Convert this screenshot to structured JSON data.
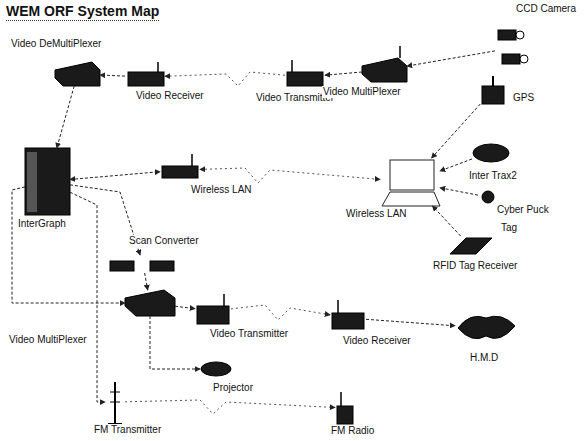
{
  "diagram": {
    "title": "WEM ORF System Map",
    "nodes": [
      {
        "text": [
          "Video DeMultiPlexer"
        ]
      },
      {
        "text": [
          "Video Receiver"
        ]
      },
      {
        "text": [
          "Video Transmitter"
        ]
      },
      {
        "text": [
          "Video MultiPlexer"
        ]
      },
      {
        "text": [
          "CCD Camera"
        ]
      },
      {
        "text": [
          "InterGraph"
        ]
      },
      {
        "text": [
          "Wireless LAN"
        ]
      },
      {
        "text": [
          "Wireless LAN"
        ]
      },
      {
        "text": [
          "GPS"
        ]
      },
      {
        "text": [
          "Inter Trax2"
        ]
      },
      {
        "text": [
          "Cyber Puck"
        ]
      },
      {
        "text": [
          "RFID Tag Receiver"
        ]
      },
      {
        "text": [
          "Scan Converter"
        ]
      },
      {
        "text": [
          "Video MultiPlexer"
        ]
      },
      {
        "text": [
          "Video Transmitter"
        ]
      },
      {
        "text": [
          "Projector"
        ]
      },
      {
        "text": [
          "Video Receiver"
        ]
      },
      {
        "text": [
          "H.M.D"
        ]
      },
      {
        "text": [
          "FM Transmitter"
        ]
      },
      {
        "text": [
          "FM Radio"
        ]
      }
    ],
    "edges": [
      {
        "from": 1,
        "to": 0,
        "arrow": "to"
      },
      {
        "from": 0,
        "to": 5,
        "arrow": "to"
      },
      {
        "from": 2,
        "to": 1,
        "arrow": "to"
      },
      {
        "from": 3,
        "to": 2,
        "arrow": "to"
      },
      {
        "from": 4,
        "to": 3,
        "arrow": "to"
      },
      {
        "from": 5,
        "to": 6,
        "arrow": "both"
      },
      {
        "from": 6,
        "to": 7,
        "arrow": "both"
      },
      {
        "from": 8,
        "to": 7,
        "arrow": "to"
      },
      {
        "from": 9,
        "to": 7,
        "arrow": "to"
      },
      {
        "from": 10,
        "to": 7,
        "arrow": "to"
      },
      {
        "from": 11,
        "to": 7,
        "arrow": "to"
      },
      {
        "from": 5,
        "to": 12,
        "arrow": "to"
      },
      {
        "from": 12,
        "to": 13,
        "arrow": "to"
      },
      {
        "from": 5,
        "to": 13,
        "arrow": "to"
      },
      {
        "from": 13,
        "to": 14,
        "arrow": "to"
      },
      {
        "from": 13,
        "to": 15,
        "arrow": "to"
      },
      {
        "from": 14,
        "to": 16,
        "arrow": "to"
      },
      {
        "from": 16,
        "to": 17,
        "arrow": "to"
      },
      {
        "from": 5,
        "to": 18,
        "arrow": "to"
      },
      {
        "from": 18,
        "to": 19,
        "arrow": "to"
      }
    ],
    "labels": [
      "Tag"
    ]
  }
}
